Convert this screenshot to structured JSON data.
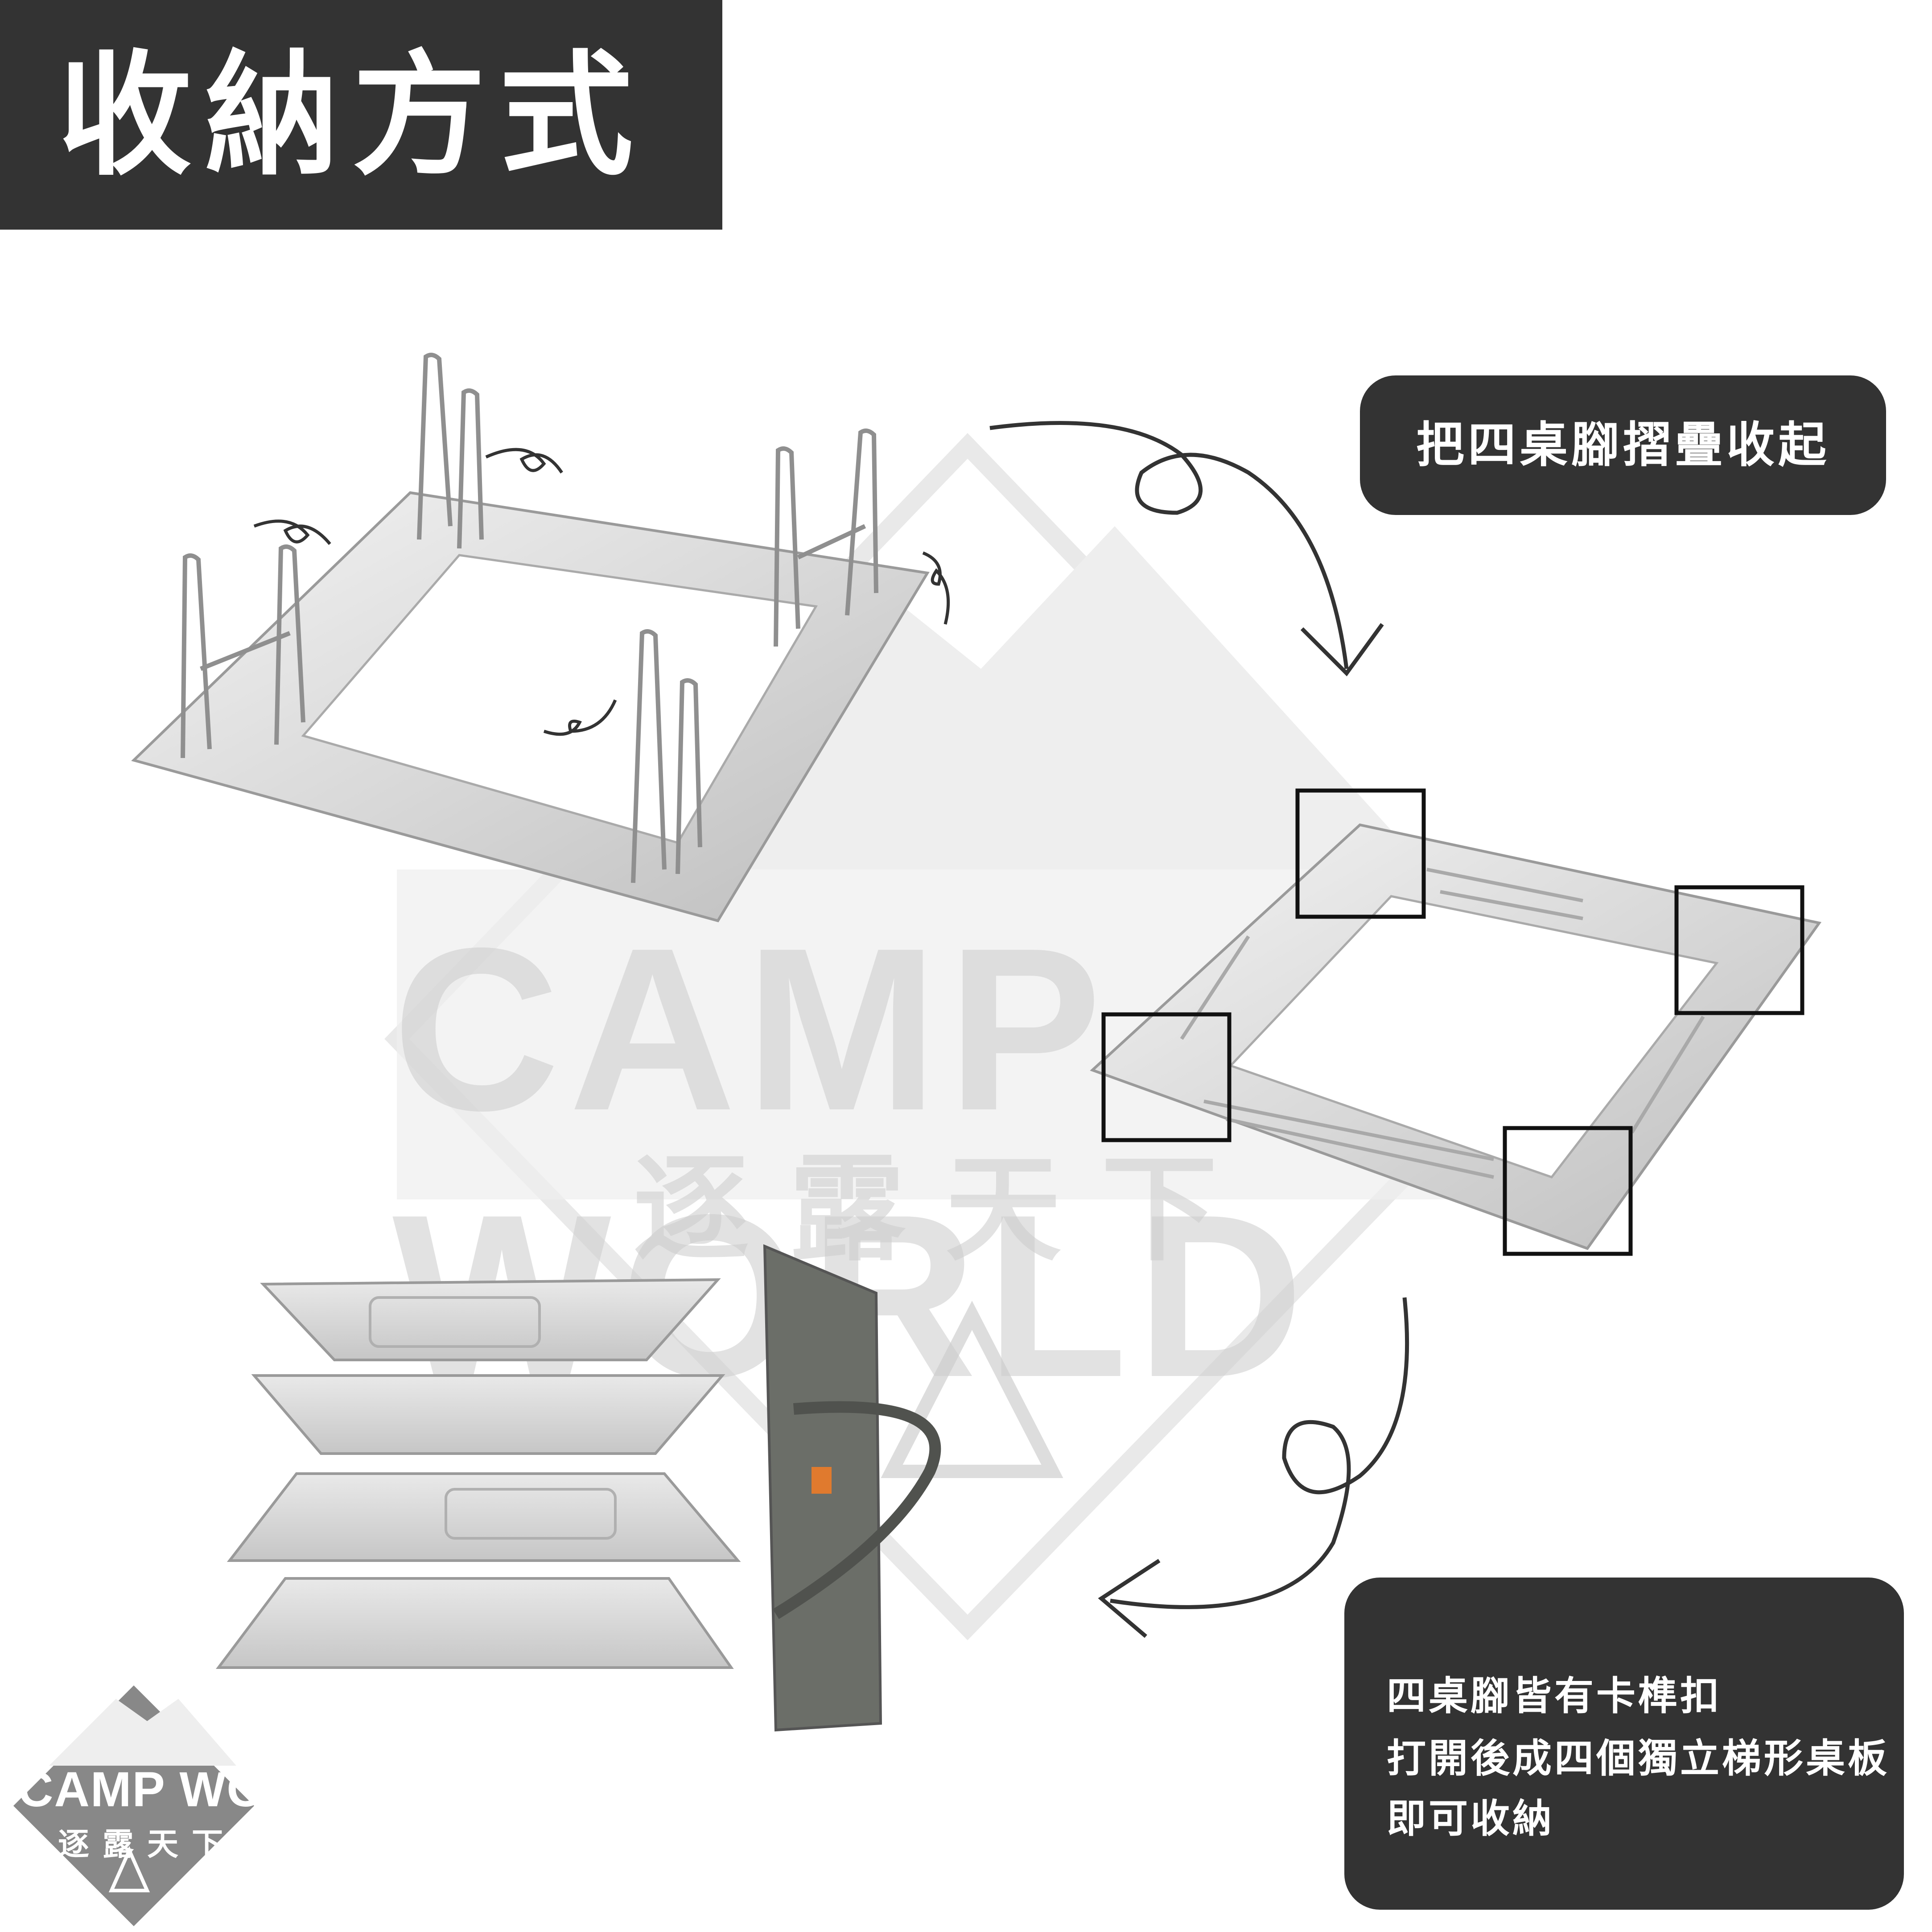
{
  "title": "收納方式",
  "step_label_1": "把四桌腳摺疊收起",
  "step_label_2": [
    "四桌腳皆有卡榫扣",
    "打開後成四個獨立梯形桌板",
    "即可收納"
  ],
  "watermark": {
    "brand": "CAMP WORLD",
    "subtitle": "逐露天下"
  },
  "logo": {
    "brand": "CAMP WORLD",
    "subtitle": "逐露天下"
  },
  "colors": {
    "dark_panel": "#333333",
    "text_on_dark": "#ffffff",
    "watermark": "#cccccc",
    "bag": "#6b6e68",
    "bag_patch": "#e07a2e",
    "highlight_box": "#111111"
  },
  "icons": [
    "curved-arrow-icon",
    "tent-icon",
    "mountain-icon"
  ]
}
